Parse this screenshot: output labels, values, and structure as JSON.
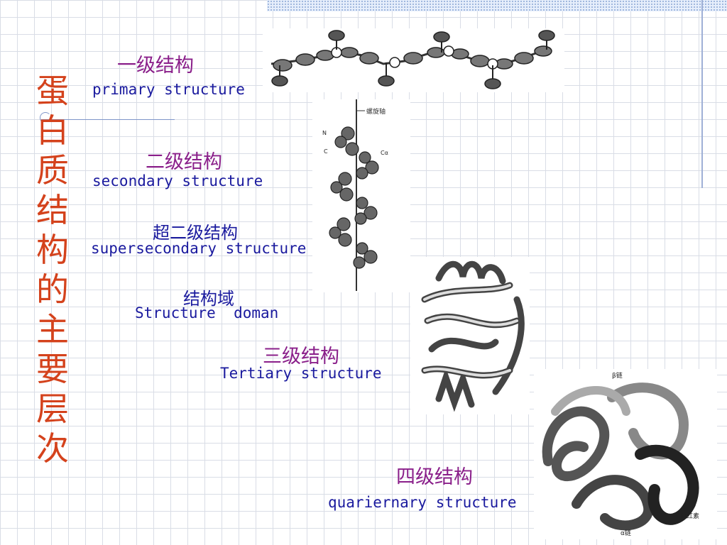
{
  "slide": {
    "title": "蛋白质结构的主要层次",
    "levels": [
      {
        "cn": "一级结构",
        "en": "primary structure"
      },
      {
        "cn": "二级结构",
        "en": "secondary structure"
      },
      {
        "cn": "超二级结构",
        "en": "supersecondary structure"
      },
      {
        "cn": "结构域",
        "en": "Structure  doman"
      },
      {
        "cn": "三级结构",
        "en": "Tertiary structure"
      },
      {
        "cn": "四级结构",
        "en": "quariernary structure"
      }
    ],
    "helix_labels": {
      "axis": "螺旋轴",
      "n": "N",
      "c": "C",
      "ca": "Cα"
    },
    "quaternary_labels": {
      "beta": "β链",
      "heme": "血红素",
      "alpha": "α链"
    }
  },
  "colors": {
    "title": "#d4421c",
    "cn_heading": "#8a1f8a",
    "english": "#1a1a9e",
    "grid": "#d9dde6"
  }
}
